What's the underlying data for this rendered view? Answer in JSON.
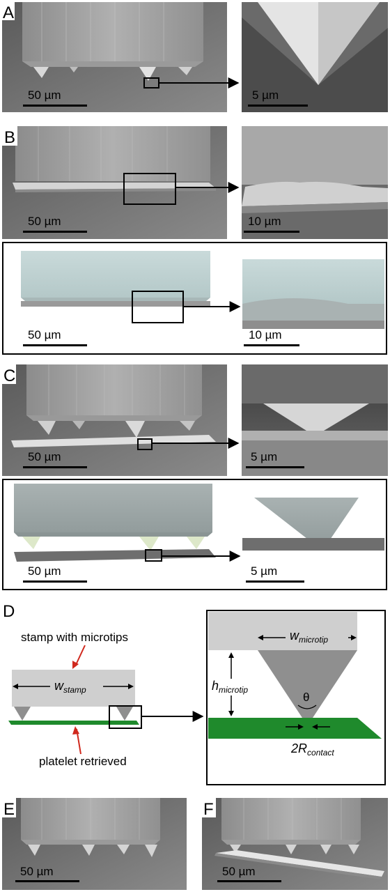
{
  "panels": {
    "A": {
      "letter": "A",
      "scale_left": "50 µm",
      "scale_right": "5 µm"
    },
    "B": {
      "letter": "B",
      "scale_left": "50 µm",
      "scale_right": "10 µm",
      "sim_scale_left": "50 µm",
      "sim_scale_right": "10 µm"
    },
    "C": {
      "letter": "C",
      "scale_left": "50 µm",
      "scale_right": "5 µm",
      "sim_scale_left": "50 µm",
      "sim_scale_right": "5 µm"
    },
    "D": {
      "letter": "D",
      "label_stamp": "stamp with microtips",
      "label_platelet": "platelet retrieved",
      "w_stamp_main": "w",
      "w_stamp_sub": "stamp",
      "w_microtip_main": "w",
      "w_microtip_sub": "microtip",
      "h_microtip_main": "h",
      "h_microtip_sub": "microtip",
      "theta": "θ",
      "r_contact_main": "2R",
      "r_contact_sub": "contact"
    },
    "E": {
      "letter": "E",
      "scale": "50 µm"
    },
    "F": {
      "letter": "F",
      "scale": "50 µm"
    }
  },
  "colors": {
    "sem_bg": "#6e6e6e",
    "sim_stamp": "#c5d6d6",
    "platelet_green": "#1f8a2c",
    "stamp_gray": "#cfcfcf",
    "tip_gray": "#8f8f8f"
  }
}
